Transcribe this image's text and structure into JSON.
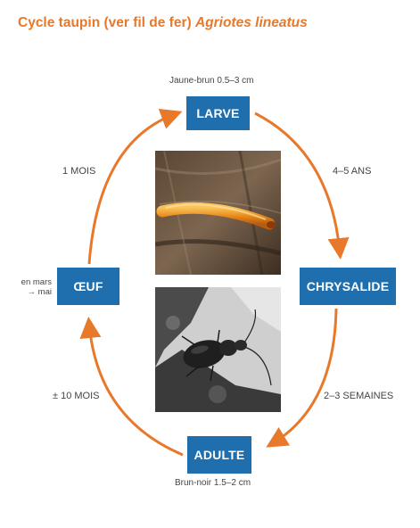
{
  "title": {
    "main": "Cycle taupin (ver fil de fer) ",
    "species": "Agriotes lineatus"
  },
  "stages": {
    "larve": {
      "label": "LARVE",
      "note": "Jaune-brun 0.5–3 cm"
    },
    "chrysalide": {
      "label": "CHRYSALIDE"
    },
    "adulte": {
      "label": "ADULTE",
      "note": "Brun-noir 1.5–2 cm"
    },
    "oeuf": {
      "label": "ŒUF",
      "note_line1": "en mars",
      "note_line2": "→ mai"
    }
  },
  "durations": {
    "larve_to_chrysalide": "4–5 ANS",
    "chrysalide_to_adulte": "2–3 SEMAINES",
    "adulte_to_oeuf": "± 10 MOIS",
    "oeuf_to_larve": "1 MOIS"
  },
  "colors": {
    "accent": "#e8782a",
    "box": "#1f6fae"
  },
  "images": {
    "larva": "wireworm-larva-photo",
    "beetle": "click-beetle-photo"
  }
}
